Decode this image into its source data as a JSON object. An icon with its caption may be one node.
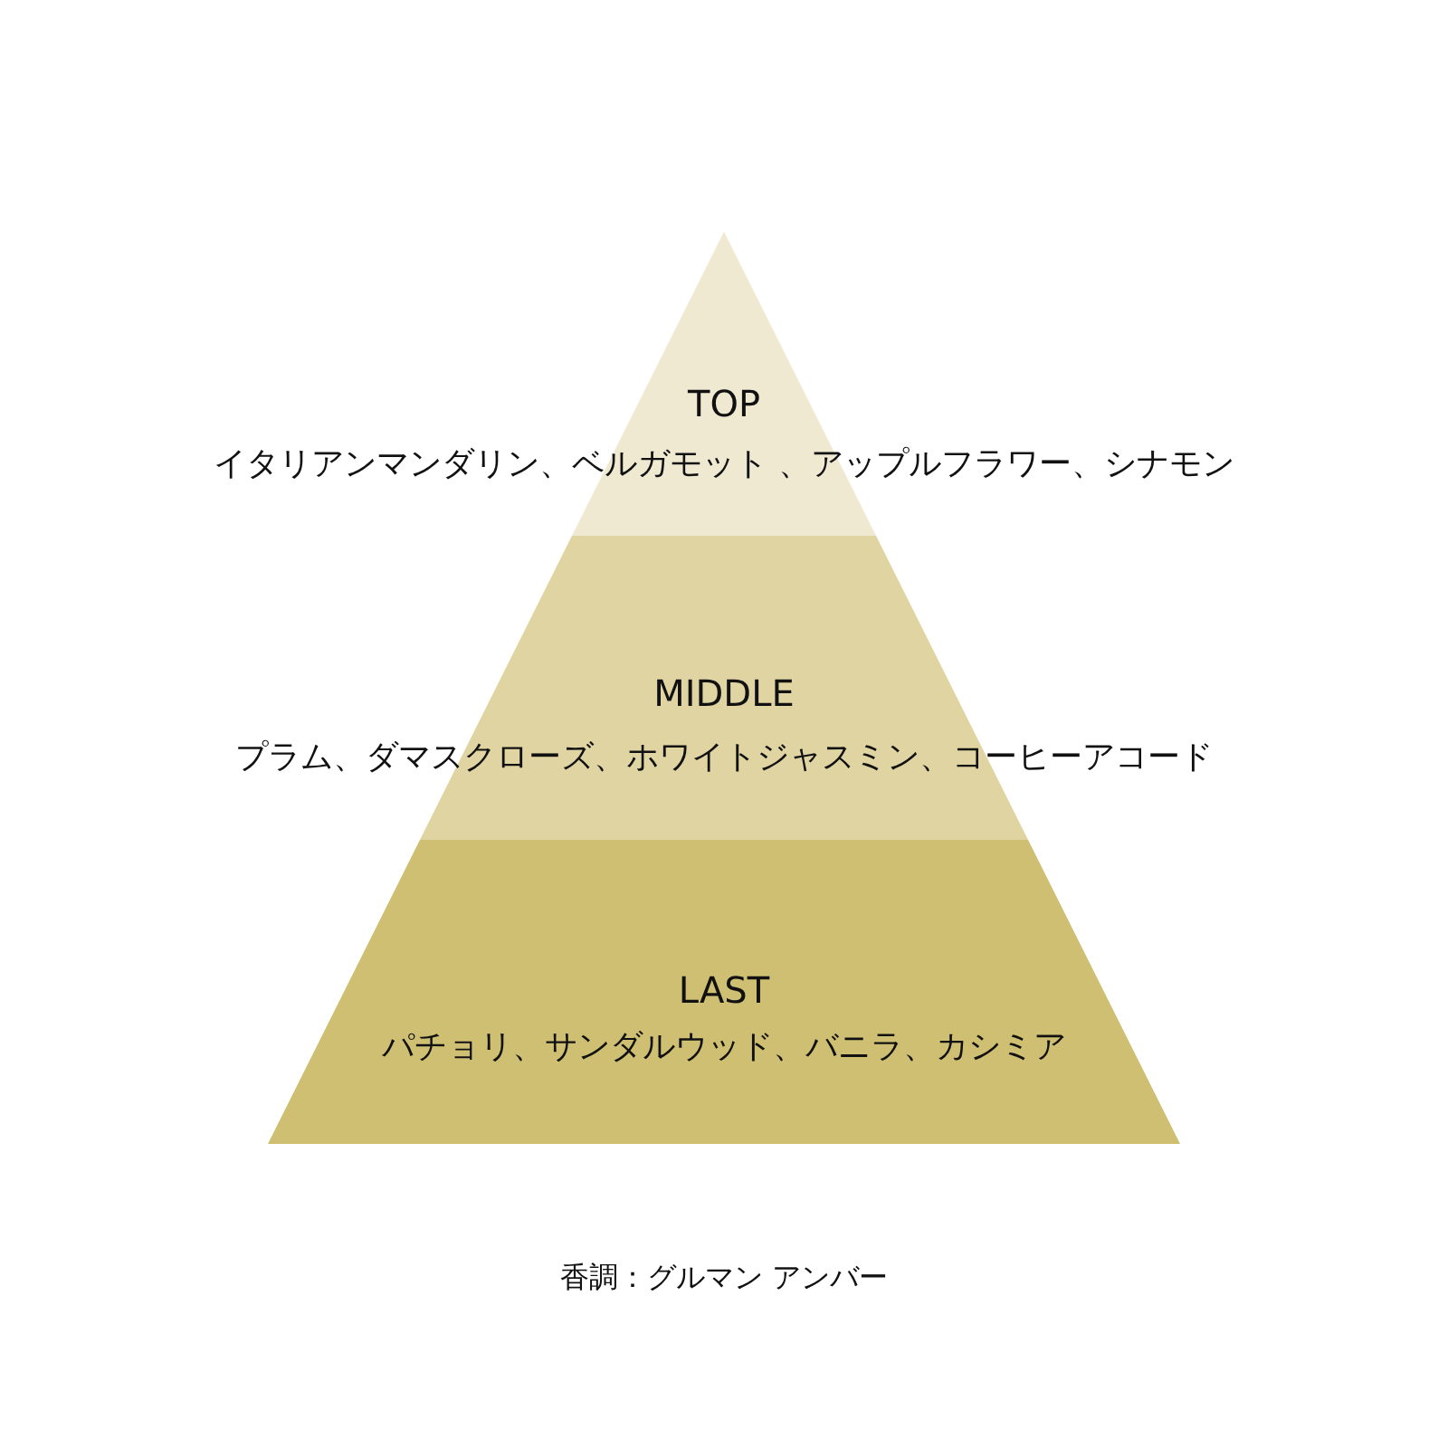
{
  "diagram": {
    "caption": "香調：グルマン アンバー",
    "nodes": [
      {
        "text": [
          "TOP",
          "イタリアンマンダリン、ベルガモット 、アップルフラワー、シナモン"
        ]
      },
      {
        "text": [
          "MIDDLE",
          "プラム、ダマスクローズ、ホワイトジャスミン、コーヒーアコード"
        ]
      },
      {
        "text": [
          "LAST",
          "パチョリ、サンダルウッド、バニラ、カシミア"
        ]
      }
    ]
  }
}
